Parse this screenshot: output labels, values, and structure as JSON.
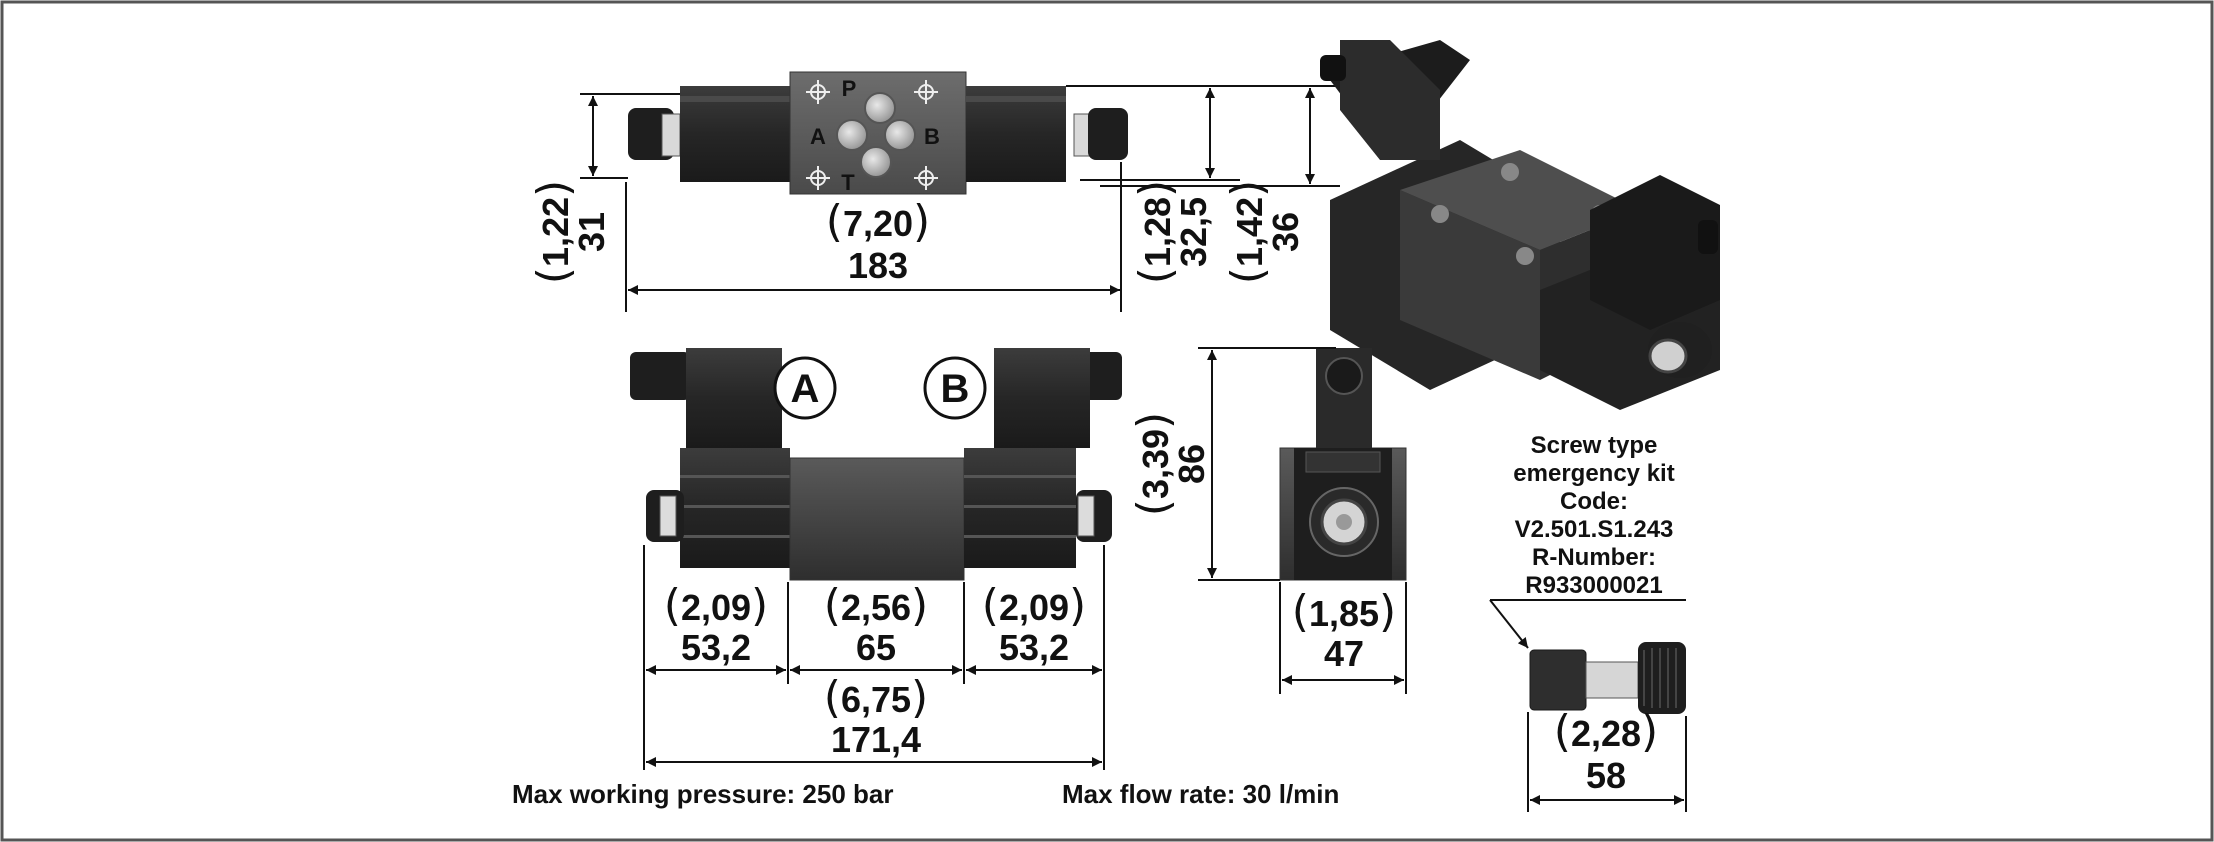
{
  "top_view": {
    "ports": {
      "p": "P",
      "a": "A",
      "b": "B",
      "t": "T"
    },
    "height": {
      "inch": "1,22",
      "mm": "31"
    },
    "length": {
      "inch": "7,20",
      "mm": "183"
    },
    "right_height_1": {
      "inch": "1,28",
      "mm": "32,5"
    },
    "right_height_2": {
      "inch": "1,42",
      "mm": "36"
    }
  },
  "front_view": {
    "solenoid_a": "A",
    "solenoid_b": "B",
    "solenoid_left": {
      "inch": "2,09",
      "mm": "53,2"
    },
    "body": {
      "inch": "2,56",
      "mm": "65"
    },
    "solenoid_right": {
      "inch": "2,09",
      "mm": "53,2"
    },
    "overall": {
      "inch": "6,75",
      "mm": "171,4"
    }
  },
  "side_view": {
    "height": {
      "inch": "3,39",
      "mm": "86"
    },
    "width": {
      "inch": "1,85",
      "mm": "47"
    }
  },
  "emergency_kit": {
    "lines": [
      "Screw type",
      "emergency kit",
      "Code:",
      "V2.501.S1.243",
      "R-Number:",
      "R933000021"
    ],
    "length": {
      "inch": "2,28",
      "mm": "58"
    }
  },
  "specs": {
    "pressure": "Max working pressure: 250 bar",
    "flow": "Max flow rate: 30 l/min"
  }
}
